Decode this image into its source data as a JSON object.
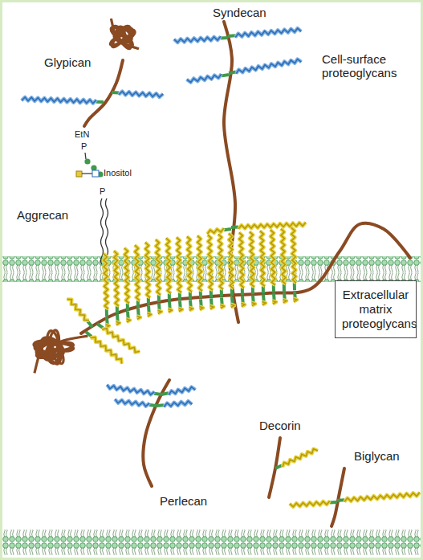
{
  "diagram": {
    "nodes": [
      {
        "text": [
          "Extracellular matrix proteoglycans"
        ]
      }
    ],
    "labels": [
      "Glypican",
      "Syndecan",
      "Cell-surface proteoglycans",
      "EtN",
      "P",
      "Inositol",
      "P",
      "Aggrecan",
      "Perlecan",
      "Decorin",
      "Biglycan"
    ]
  }
}
